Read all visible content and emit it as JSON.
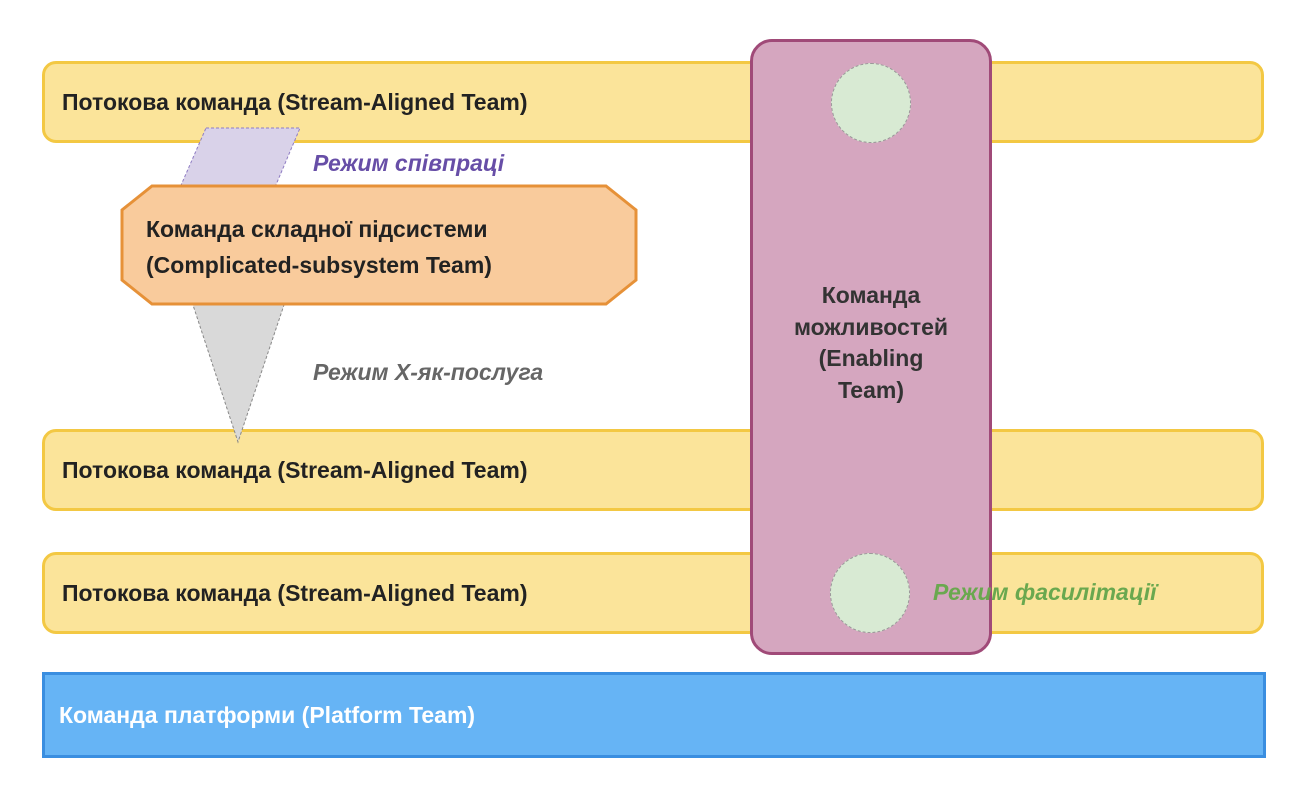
{
  "stream_teams": [
    {
      "label": "Потокова команда (Stream-Aligned Team)"
    },
    {
      "label": "Потокова команда (Stream-Aligned Team)"
    },
    {
      "label": "Потокова команда (Stream-Aligned Team)"
    }
  ],
  "complicated_subsystem": {
    "line1": "Команда складної підсистеми",
    "line2": "(Complicated-subsystem Team)"
  },
  "enabling": {
    "line1": "Команда",
    "line2": "можливостей",
    "line3": "(Enabling",
    "line4": "Team)"
  },
  "platform": {
    "label": "Команда платформи (Platform Team)"
  },
  "modes": {
    "collaboration": "Режим співпраці",
    "x_as_a_service": "Режим X-як-послуга",
    "facilitation": "Режим фасилітації"
  },
  "colors": {
    "stream_fill": "#fbe49a",
    "stream_border": "#f3c843",
    "complicated_fill": "#f9cb9c",
    "complicated_border": "#e69138",
    "enabling_fill": "#d5a6bf",
    "enabling_border": "#a04a78",
    "platform_fill": "#66b4f5",
    "collaboration_text": "#674ea7",
    "x_as_a_service_text": "#666666",
    "facilitation_text": "#6aa84f"
  }
}
